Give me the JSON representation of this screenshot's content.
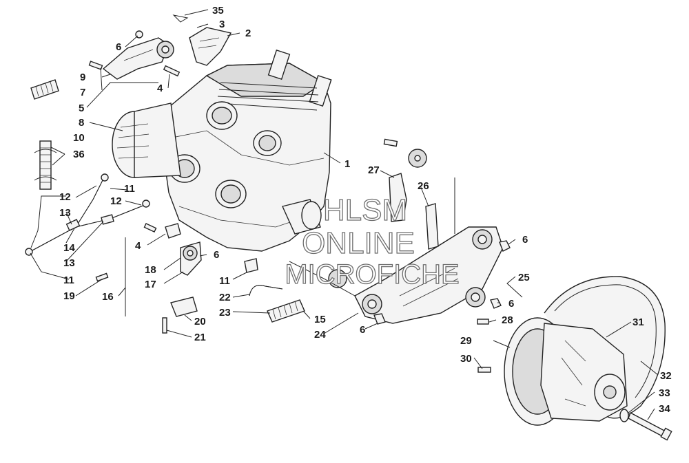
{
  "watermark": {
    "line1": "HLSM",
    "line2": "ONLINE",
    "line3": "MICROFICHE",
    "stroke_color": "#6f6f6f"
  },
  "callouts": [
    {
      "id": "c35",
      "text": "35"
    },
    {
      "id": "c3",
      "text": "3"
    },
    {
      "id": "c2",
      "text": "2"
    },
    {
      "id": "c6a",
      "text": "6"
    },
    {
      "id": "c9",
      "text": "9"
    },
    {
      "id": "c7",
      "text": "7"
    },
    {
      "id": "c4a",
      "text": "4"
    },
    {
      "id": "c5",
      "text": "5"
    },
    {
      "id": "c8",
      "text": "8"
    },
    {
      "id": "c10",
      "text": "10"
    },
    {
      "id": "c36",
      "text": "36"
    },
    {
      "id": "c1",
      "text": "1"
    },
    {
      "id": "c27",
      "text": "27"
    },
    {
      "id": "c26",
      "text": "26"
    },
    {
      "id": "c11a",
      "text": "11"
    },
    {
      "id": "c12a",
      "text": "12"
    },
    {
      "id": "c12b",
      "text": "12"
    },
    {
      "id": "c13a",
      "text": "13"
    },
    {
      "id": "c14",
      "text": "14"
    },
    {
      "id": "c13b",
      "text": "13"
    },
    {
      "id": "c11b",
      "text": "11"
    },
    {
      "id": "c4b",
      "text": "4"
    },
    {
      "id": "c6b",
      "text": "6"
    },
    {
      "id": "c18",
      "text": "18"
    },
    {
      "id": "c17",
      "text": "17"
    },
    {
      "id": "c19",
      "text": "19"
    },
    {
      "id": "c16",
      "text": "16"
    },
    {
      "id": "c11c",
      "text": "11"
    },
    {
      "id": "c22",
      "text": "22"
    },
    {
      "id": "c23",
      "text": "23"
    },
    {
      "id": "c15",
      "text": "15"
    },
    {
      "id": "c20",
      "text": "20"
    },
    {
      "id": "c21",
      "text": "21"
    },
    {
      "id": "c24",
      "text": "24"
    },
    {
      "id": "c6c",
      "text": "6"
    },
    {
      "id": "c6d",
      "text": "6"
    },
    {
      "id": "c25",
      "text": "25"
    },
    {
      "id": "c6e",
      "text": "6"
    },
    {
      "id": "c28",
      "text": "28"
    },
    {
      "id": "c29",
      "text": "29"
    },
    {
      "id": "c30",
      "text": "30"
    },
    {
      "id": "c31",
      "text": "31"
    },
    {
      "id": "c32",
      "text": "32"
    },
    {
      "id": "c33",
      "text": "33"
    },
    {
      "id": "c34",
      "text": "34"
    }
  ]
}
